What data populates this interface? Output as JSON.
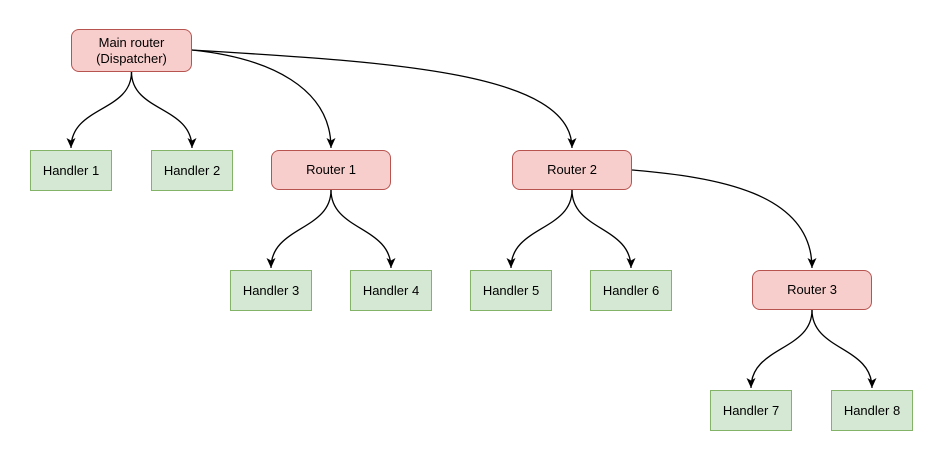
{
  "diagram": {
    "background": "#ffffff",
    "colors": {
      "router_fill": "#f8cecc",
      "router_border": "#b85450",
      "handler_fill": "#d5e8d4",
      "handler_border": "#82b366",
      "edge": "#000000"
    },
    "nodes": {
      "main": {
        "type": "router",
        "line1": "Main router",
        "line2": "(Dispatcher)"
      },
      "router1": {
        "type": "router",
        "label": "Router 1"
      },
      "router2": {
        "type": "router",
        "label": "Router 2"
      },
      "router3": {
        "type": "router",
        "label": "Router 3"
      },
      "handler1": {
        "type": "handler",
        "label": "Handler 1"
      },
      "handler2": {
        "type": "handler",
        "label": "Handler 2"
      },
      "handler3": {
        "type": "handler",
        "label": "Handler 3"
      },
      "handler4": {
        "type": "handler",
        "label": "Handler 4"
      },
      "handler5": {
        "type": "handler",
        "label": "Handler 5"
      },
      "handler6": {
        "type": "handler",
        "label": "Handler 6"
      },
      "handler7": {
        "type": "handler",
        "label": "Handler 7"
      },
      "handler8": {
        "type": "handler",
        "label": "Handler 8"
      }
    },
    "edges": [
      {
        "from": "main",
        "to": "handler1"
      },
      {
        "from": "main",
        "to": "handler2"
      },
      {
        "from": "main",
        "to": "router1"
      },
      {
        "from": "main",
        "to": "router2"
      },
      {
        "from": "router1",
        "to": "handler3"
      },
      {
        "from": "router1",
        "to": "handler4"
      },
      {
        "from": "router2",
        "to": "handler5"
      },
      {
        "from": "router2",
        "to": "handler6"
      },
      {
        "from": "router2",
        "to": "router3"
      },
      {
        "from": "router3",
        "to": "handler7"
      },
      {
        "from": "router3",
        "to": "handler8"
      }
    ]
  }
}
